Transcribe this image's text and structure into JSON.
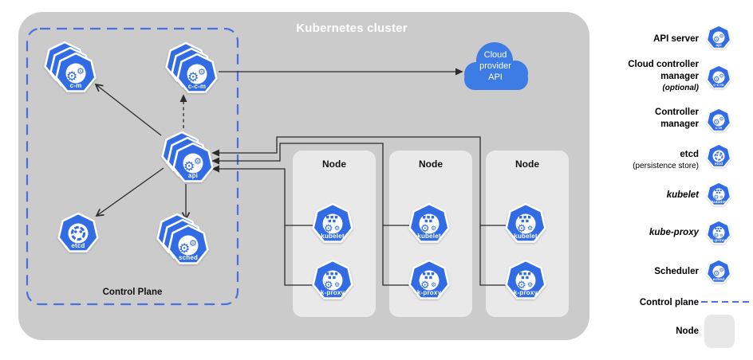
{
  "diagram": {
    "title": "Kubernetes cluster",
    "control_plane_label": "Control Plane",
    "cloud": {
      "line1": "Cloud",
      "line2": "provider",
      "line3": "API"
    },
    "node_boxes": [
      {
        "label": "Node"
      },
      {
        "label": "Node"
      },
      {
        "label": "Node"
      }
    ],
    "icon_labels": {
      "api": "api",
      "cm": "c-m",
      "ccm": "c-c-m",
      "etcd": "etcd",
      "sched": "sched",
      "kubelet": "kubelet",
      "kproxy": "k-proxy"
    }
  },
  "legend": {
    "rows": [
      {
        "label": "API server"
      },
      {
        "label": "Cloud controller manager",
        "sub": "(optional)"
      },
      {
        "label": "Controller manager"
      },
      {
        "label": "etcd",
        "sub": "(persistence store)"
      },
      {
        "label": "kubelet"
      },
      {
        "label": "kube-proxy"
      },
      {
        "label": "Scheduler"
      },
      {
        "label": "Control plane"
      },
      {
        "label": "Node"
      }
    ]
  },
  "glyphs": {
    "gear": "⚙"
  },
  "colors": {
    "k8s_blue": "#326CE5",
    "cloud_blue": "#3D7BE5",
    "dash_blue": "#4A6FE0",
    "cluster_bg": "#CBCBCB",
    "node_bg": "#E9E9E9",
    "line": "#2B2B2B"
  }
}
